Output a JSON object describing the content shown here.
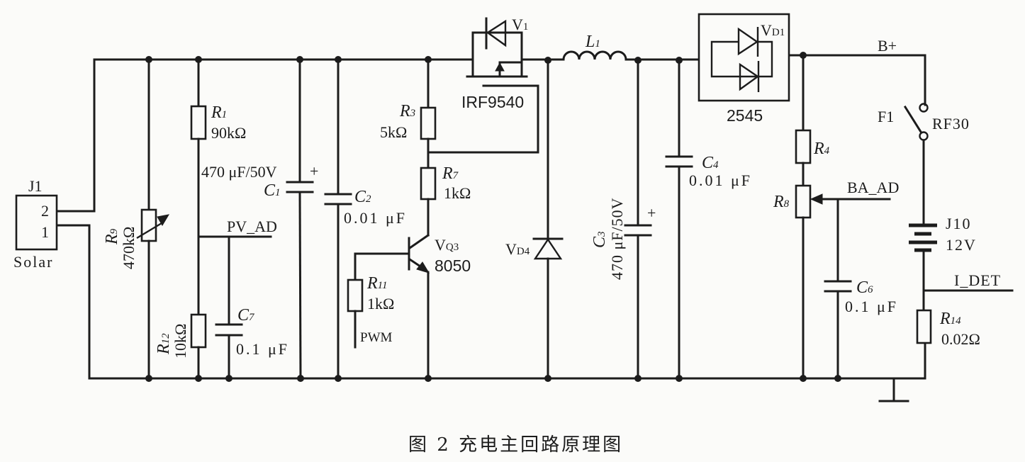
{
  "caption": "图 2  充电主回路原理图",
  "connectors": {
    "j1": {
      "ref": "J1",
      "pin2": "2",
      "pin1": "1",
      "name": "Solar"
    },
    "j10": {
      "ref": "J10",
      "value": "12V"
    }
  },
  "resistors": {
    "r1": {
      "ref": "R",
      "sub": "1",
      "value": "90kΩ"
    },
    "r3": {
      "ref": "R",
      "sub": "3",
      "value": "5kΩ"
    },
    "r4": {
      "ref": "R",
      "sub": "4"
    },
    "r7": {
      "ref": "R",
      "sub": "7",
      "value": "1kΩ"
    },
    "r8": {
      "ref": "R",
      "sub": "8"
    },
    "r9": {
      "ref": "R",
      "sub": "9",
      "value": "470kΩ"
    },
    "r11": {
      "ref": "R",
      "sub": "11",
      "value": "1kΩ"
    },
    "r12": {
      "ref": "R",
      "sub": "12",
      "value": "10kΩ"
    },
    "r14": {
      "ref": "R",
      "sub": "14",
      "value": "0.02Ω"
    }
  },
  "capacitors": {
    "c1": {
      "ref": "C",
      "sub": "1",
      "value": "470 μF/50V",
      "polarity": "+"
    },
    "c2": {
      "ref": "C",
      "sub": "2",
      "value": "0.01 μF"
    },
    "c3": {
      "ref": "C",
      "sub": "3",
      "value": "470 μF/50V",
      "polarity": "+"
    },
    "c4": {
      "ref": "C",
      "sub": "4",
      "value": "0.01 μF"
    },
    "c6": {
      "ref": "C",
      "sub": "6",
      "value": "0.1 μF"
    },
    "c7": {
      "ref": "C",
      "sub": "7",
      "value": "0.1 μF"
    }
  },
  "semiconductors": {
    "v1": {
      "ref": "V",
      "sub": "1",
      "part": "IRF9540"
    },
    "vq3": {
      "ref": "V",
      "sub": "Q3",
      "part": "8050"
    },
    "vd1": {
      "ref": "V",
      "sub": "D1",
      "part": "2545"
    },
    "vd4": {
      "ref": "V",
      "sub": "D4"
    }
  },
  "inductors": {
    "l1": {
      "ref": "L",
      "sub": "1"
    }
  },
  "switches": {
    "f1": {
      "ref": "F1",
      "part": "RF30"
    }
  },
  "nets": {
    "pv_ad": "PV_AD",
    "ba_ad": "BA_AD",
    "pwm": "PWM",
    "i_det": "I_DET",
    "b_plus": "B+"
  }
}
